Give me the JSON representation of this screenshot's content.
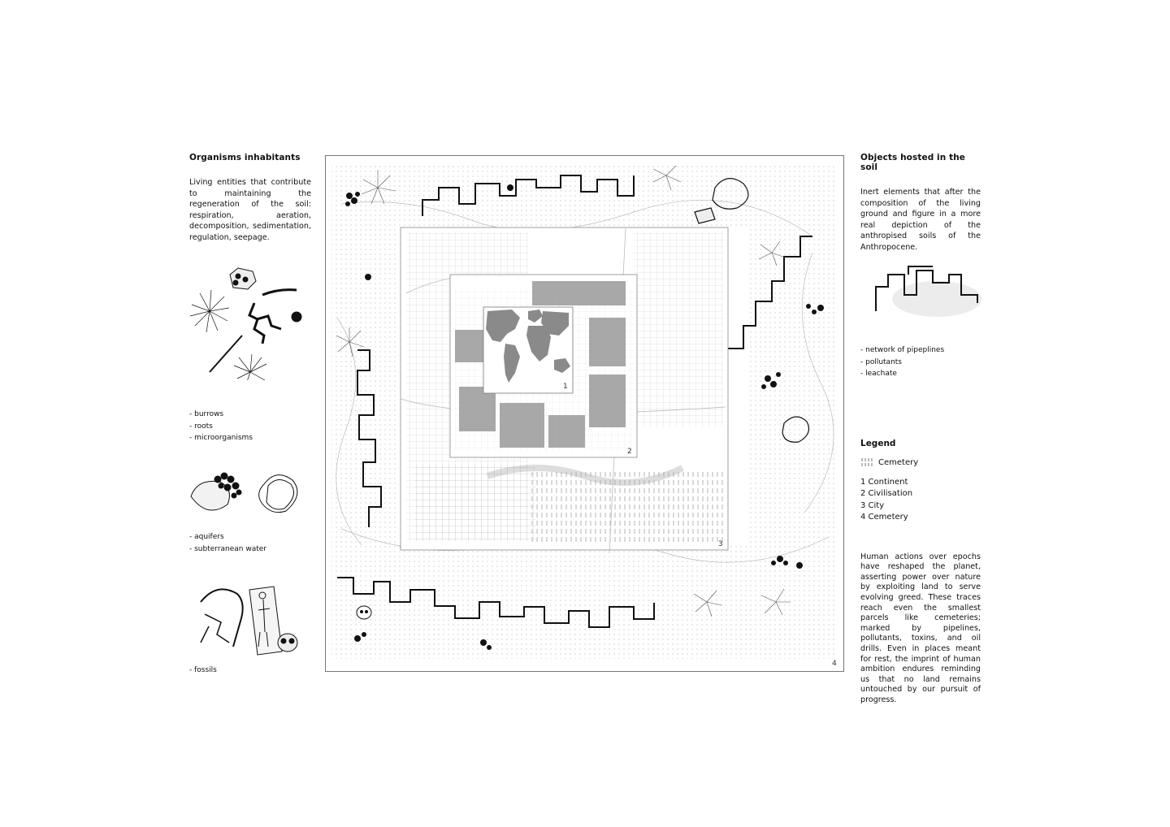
{
  "left": {
    "title": "Organisms inhabitants",
    "description": "Living entities that contribute to maintaining the regeneration of the soil: respiration, aeration, decomposition, sedimentation, regulation, seepage.",
    "group1": [
      "- burrows",
      "- roots",
      "- microorganisms"
    ],
    "group2": [
      "- aquifers",
      "- subterranean water"
    ],
    "group3": [
      "- fossils"
    ]
  },
  "right": {
    "title": "Objects hosted in the soil",
    "description": "Inert elements that after the composition of the living ground and figure in a more real depiction of the anthropised soils of the Anthropocene.",
    "items": [
      "- network of pipeplines",
      "- pollutants",
      "- leachate"
    ]
  },
  "legend": {
    "title": "Legend",
    "cemetery_label": "Cemetery",
    "items": [
      "1 Continent",
      "2 Civilisation",
      "3 City",
      "4 Cemetery"
    ]
  },
  "closing_text": "Human actions over epochs have reshaped the planet, asserting power over nature by exploiting land to serve evolving greed. These traces reach even the smallest parcels like cemeteries; marked by pipelines, pollutants, toxins, and oil drills. Even in places meant for rest, the imprint of human ambition endures reminding us that no land remains untouched by our pursuit of progress.",
  "map": {
    "frame_labels": [
      "1",
      "2",
      "3",
      "4"
    ]
  },
  "colors": {
    "ink": "#111111",
    "grey_fill": "#9a9a9a",
    "light_fill": "#e6e6e6"
  }
}
